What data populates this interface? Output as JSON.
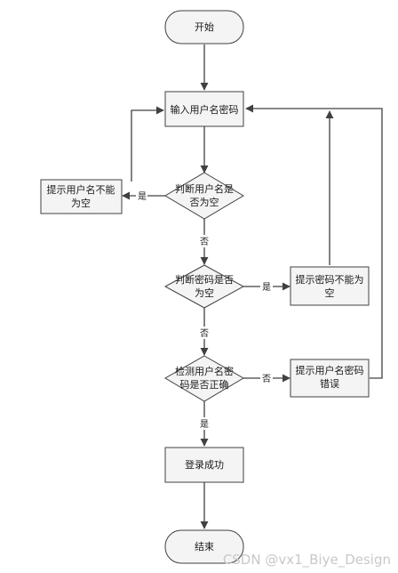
{
  "nodes": {
    "start": "开始",
    "input": "输入用户名密码",
    "check_user_line1": "判断用户名是",
    "check_user_line2": "否为空",
    "prompt_user_line1": "提示用户名不能",
    "prompt_user_line2": "为空",
    "check_pwd_line1": "判断密码是否",
    "check_pwd_line2": "为空",
    "prompt_pwd_line1": "提示密码不能为",
    "prompt_pwd_line2": "空",
    "verify_line1": "检测用户名密",
    "verify_line2": "码是否正确",
    "prompt_wrong_line1": "提示用户名密码",
    "prompt_wrong_line2": "错误",
    "success": "登录成功",
    "end": "结束"
  },
  "edge_labels": {
    "user_empty_yes": "是",
    "user_empty_no": "否",
    "pwd_empty_yes": "是",
    "pwd_empty_no": "否",
    "verify_no": "否",
    "verify_yes": "是"
  },
  "watermark": "CSDN @vx1_Biye_Design"
}
